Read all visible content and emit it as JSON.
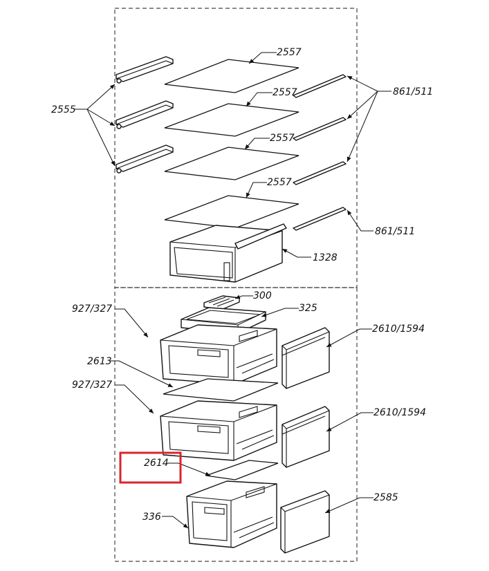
{
  "diagram": {
    "labels": {
      "top_glass_1": "2557",
      "top_glass_2": "2557",
      "top_glass_3": "2557",
      "top_glass_4": "2557",
      "shelf_holders": "2555",
      "rails_group": "861/511",
      "rail_single": "861/511",
      "top_drawer": "1328",
      "egg_tray": "300",
      "tray": "325",
      "drawer_1": "927/327",
      "drawer_1_front": "2610/1594",
      "glass_2613": "2613",
      "drawer_2": "927/327",
      "drawer_2_front": "2610/1594",
      "glass_2614": "2614",
      "bottom_drawer": "336",
      "bottom_drawer_front": "2585"
    },
    "highlight_color": "#d9262c"
  }
}
